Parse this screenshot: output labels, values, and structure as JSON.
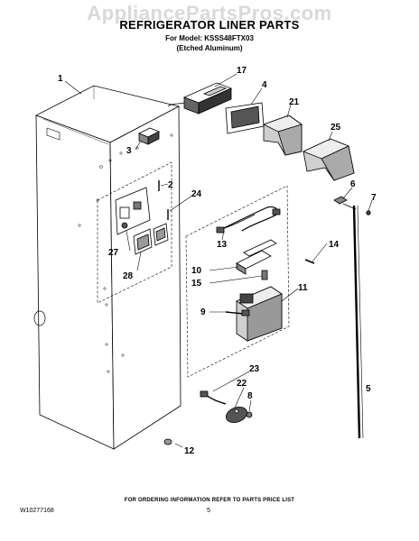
{
  "watermark": "AppliancePartsPros.com",
  "header": {
    "title": "REFRIGERATOR LINER PARTS",
    "model_line": "For Model: KSSS48FTX03",
    "variant_line": "(Etched Aluminum)"
  },
  "callouts": {
    "c1": "1",
    "c2": "2",
    "c3": "3",
    "c4": "4",
    "c5": "5",
    "c6": "6",
    "c7": "7",
    "c8": "8",
    "c9": "9",
    "c10": "10",
    "c11": "11",
    "c12": "12",
    "c13": "13",
    "c14": "14",
    "c15": "15",
    "c17": "17",
    "c21": "21",
    "c22": "22",
    "c23": "23",
    "c24": "24",
    "c25": "25",
    "c27": "27",
    "c28": "28"
  },
  "footer": {
    "order_note": "FOR ORDERING INFORMATION REFER TO PARTS PRICE LIST",
    "doc_number": "W10277168",
    "page_number": "5"
  }
}
